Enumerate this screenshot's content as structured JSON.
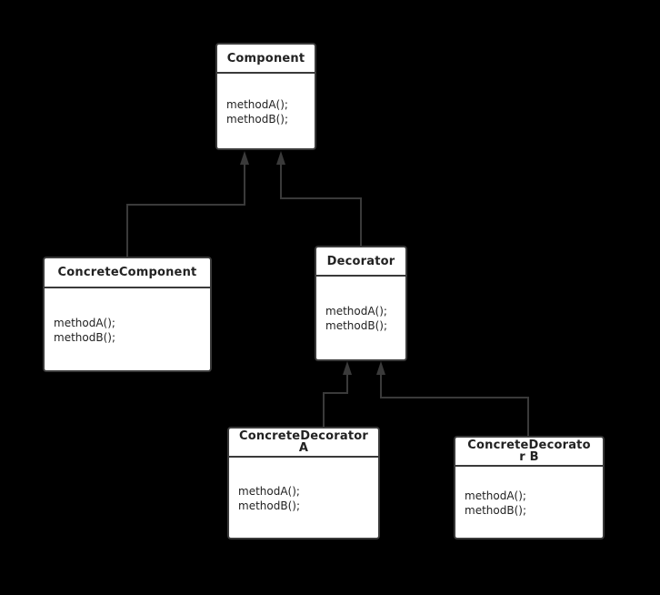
{
  "diagram": {
    "classes": {
      "component": {
        "name": "Component",
        "methods": [
          "methodA();",
          "methodB();"
        ]
      },
      "concrete_component": {
        "name": "ConcreteComponent",
        "methods": [
          "methodA();",
          "methodB();"
        ]
      },
      "decorator": {
        "name": "Decorator",
        "methods": [
          "methodA();",
          "methodB();"
        ]
      },
      "concrete_decorator_a": {
        "name": "ConcreteDecorator A",
        "methods": [
          "methodA();",
          "methodB();"
        ]
      },
      "concrete_decorator_b": {
        "name": "ConcreteDecorator B",
        "methods": [
          "methodA();",
          "methodB();"
        ]
      }
    },
    "relations": [
      {
        "type": "generalization",
        "from": "concrete_component",
        "to": "component"
      },
      {
        "type": "generalization",
        "from": "decorator",
        "to": "component"
      },
      {
        "type": "generalization",
        "from": "concrete_decorator_a",
        "to": "decorator"
      },
      {
        "type": "generalization",
        "from": "concrete_decorator_b",
        "to": "decorator"
      }
    ],
    "colors": {
      "background": "#000000",
      "box_fill": "#ffffff",
      "line": "#3a3a3a"
    }
  }
}
